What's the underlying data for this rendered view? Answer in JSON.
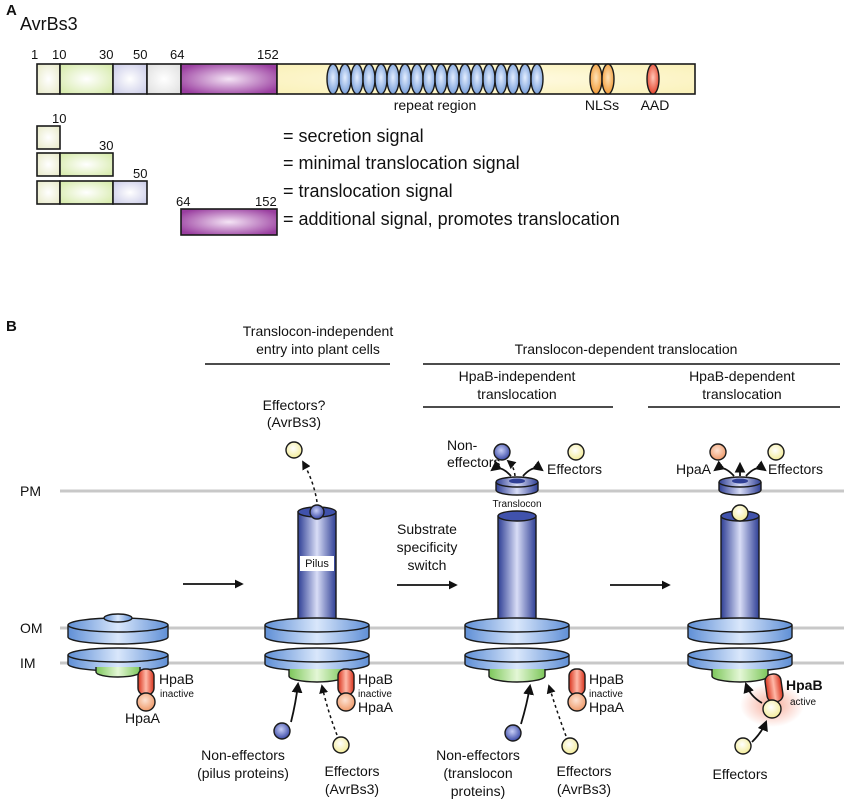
{
  "panel_a": {
    "label": "A",
    "protein_name": "AvrBs3",
    "positions": [
      "1",
      "10",
      "30",
      "50",
      "64",
      "152"
    ],
    "repeat_label": "repeat region",
    "nls_label": "NLSs",
    "aad_label": "AAD",
    "legend": [
      {
        "number": "10",
        "text": "= secretion signal"
      },
      {
        "number": "30",
        "text": "= minimal translocation signal"
      },
      {
        "number": "50",
        "text": "= translocation signal"
      },
      {
        "number_left": "64",
        "number_right": "152",
        "text": "= additional signal, promotes translocation"
      }
    ],
    "colors": {
      "segment_1_10": "#eaeccd",
      "segment_10_30": "#d9ecb0",
      "segment_30_50": "#cfd0ea",
      "segment_50_64": "#e3e3e3",
      "segment_64_152": "#9a3ea0",
      "body": "#faf1b8",
      "repeats": "#7fa6dc",
      "nls": "#f2a145",
      "aad": "#e8452d"
    }
  },
  "panel_b": {
    "label": "B",
    "membranes": {
      "pm": "PM",
      "om": "OM",
      "im": "IM"
    },
    "headers": {
      "indep_line1": "Translocon-independent",
      "indep_line2": "entry into plant cells",
      "dep": "Translocon-dependent translocation",
      "hpab_indep_line1": "HpaB-independent",
      "hpab_indep_line2": "translocation",
      "hpab_dep_line1": "HpaB-dependent",
      "hpab_dep_line2": "translocation"
    },
    "labels": {
      "effectors_q": "Effectors?",
      "avrbs3_paren": "(AvrBs3)",
      "pilus": "Pilus",
      "translocon": "Translocon",
      "switch_line1": "Substrate",
      "switch_line2": "specificity",
      "switch_line3": "switch",
      "non_line1": "Non-",
      "non_line2": "effectors",
      "effectors": "Effectors",
      "hpaa": "HpaA",
      "hpab": "HpaB",
      "inactive": "inactive",
      "active": "active",
      "nonefl_line1": "Non-effectors",
      "pilus_proteins": "(pilus proteins)",
      "translocon_proteins_line1": "(translocon",
      "translocon_proteins_line2": "proteins)"
    },
    "colors": {
      "apparatus": "#5f8fd6",
      "pilus": "#3c4fa8",
      "inner_ring": "#8ed46a",
      "hpab": "#e8452d",
      "hpaa": "#f2a87a",
      "effector": "#f7f2a8",
      "non_effector": "#4a5ab8",
      "membrane_line": "#c8c8c8"
    }
  }
}
